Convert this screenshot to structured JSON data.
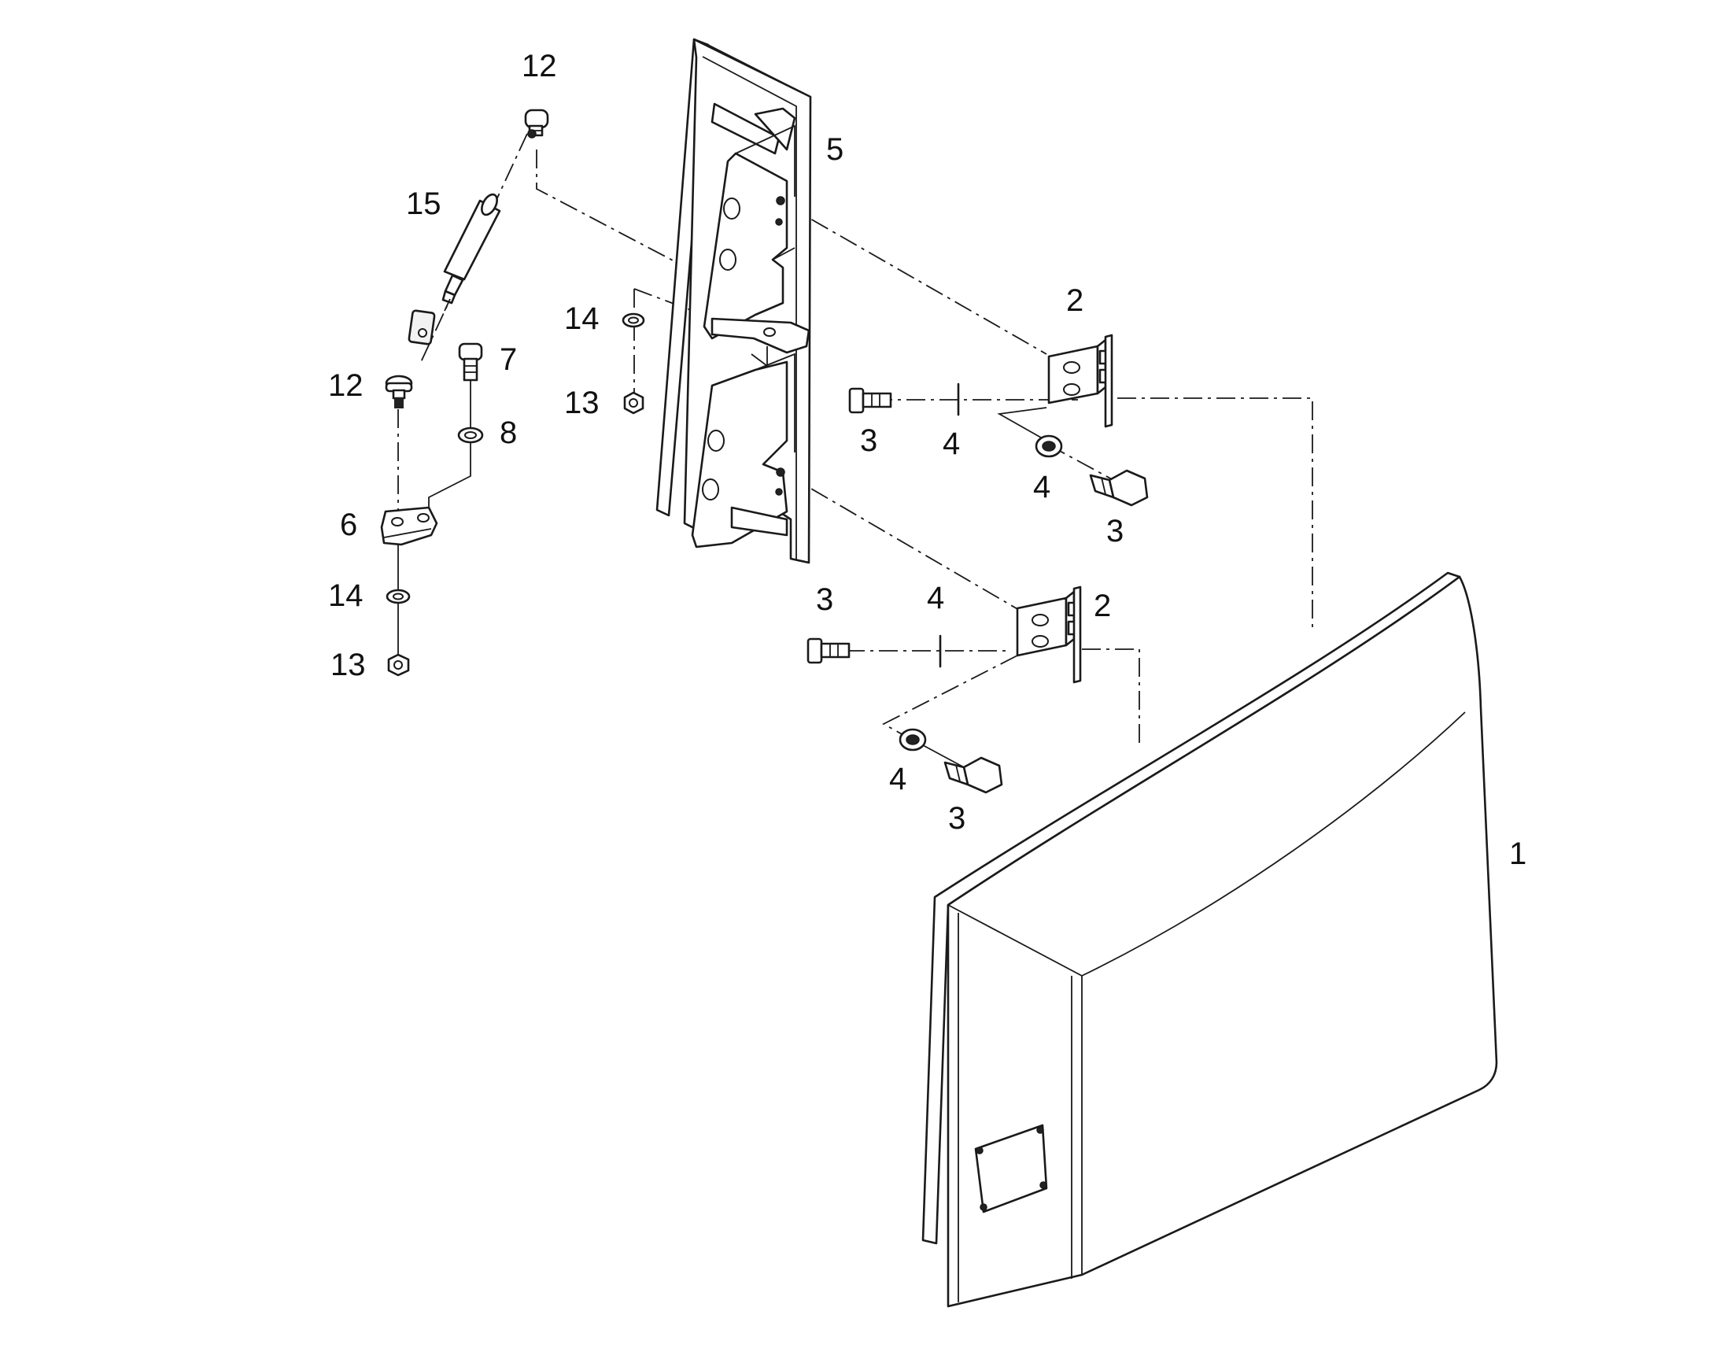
{
  "callouts": [
    {
      "id": "c12a",
      "text": "12"
    },
    {
      "id": "c5",
      "text": "5"
    },
    {
      "id": "c15",
      "text": "15"
    },
    {
      "id": "c14a",
      "text": "14"
    },
    {
      "id": "c7",
      "text": "7"
    },
    {
      "id": "c12b",
      "text": "12"
    },
    {
      "id": "c13a",
      "text": "13"
    },
    {
      "id": "c8",
      "text": "8"
    },
    {
      "id": "c6",
      "text": "6"
    },
    {
      "id": "c14b",
      "text": "14"
    },
    {
      "id": "c13b",
      "text": "13"
    },
    {
      "id": "c2a",
      "text": "2"
    },
    {
      "id": "c3a",
      "text": "3"
    },
    {
      "id": "c4a",
      "text": "4"
    },
    {
      "id": "c4b",
      "text": "4"
    },
    {
      "id": "c3b",
      "text": "3"
    },
    {
      "id": "c3c",
      "text": "3"
    },
    {
      "id": "c4c",
      "text": "4"
    },
    {
      "id": "c2b",
      "text": "2"
    },
    {
      "id": "c4d",
      "text": "4"
    },
    {
      "id": "c3d",
      "text": "3"
    },
    {
      "id": "c1",
      "text": "1"
    }
  ]
}
